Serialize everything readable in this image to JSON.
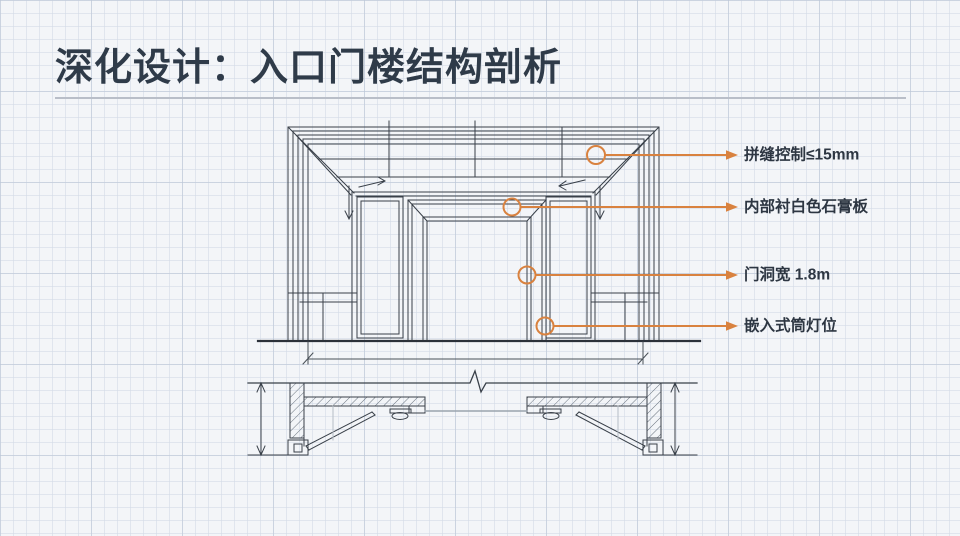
{
  "slide": {
    "title": "深化设计：入口门楼结构剖析",
    "annotations": [
      {
        "label": "拼缝控制≤15mm"
      },
      {
        "label": "内部衬白色石膏板"
      },
      {
        "label": "门洞宽 1.8m"
      },
      {
        "label": "嵌入式筒灯位"
      }
    ],
    "colors": {
      "accent_orange": "#d9823f",
      "title_text": "#2f3b49",
      "label_text": "#2d3642",
      "drawing_line": "#394049",
      "divider_gray": "#b9bec8",
      "background": "#f3f5f8"
    }
  }
}
